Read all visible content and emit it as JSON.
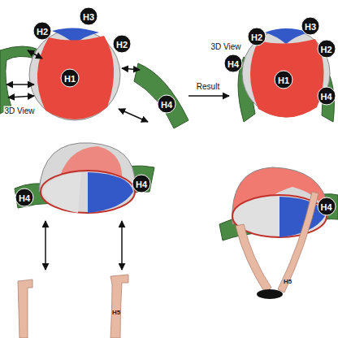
{
  "diagram": {
    "labels": [
      "H2",
      "H3",
      "H2",
      "H1",
      "3D View",
      "H4",
      "Result",
      "3D View",
      "H2",
      "H3",
      "H2",
      "H4",
      "H1",
      "H4",
      "H4",
      "H4",
      "H5",
      "H4",
      "H5"
    ]
  }
}
